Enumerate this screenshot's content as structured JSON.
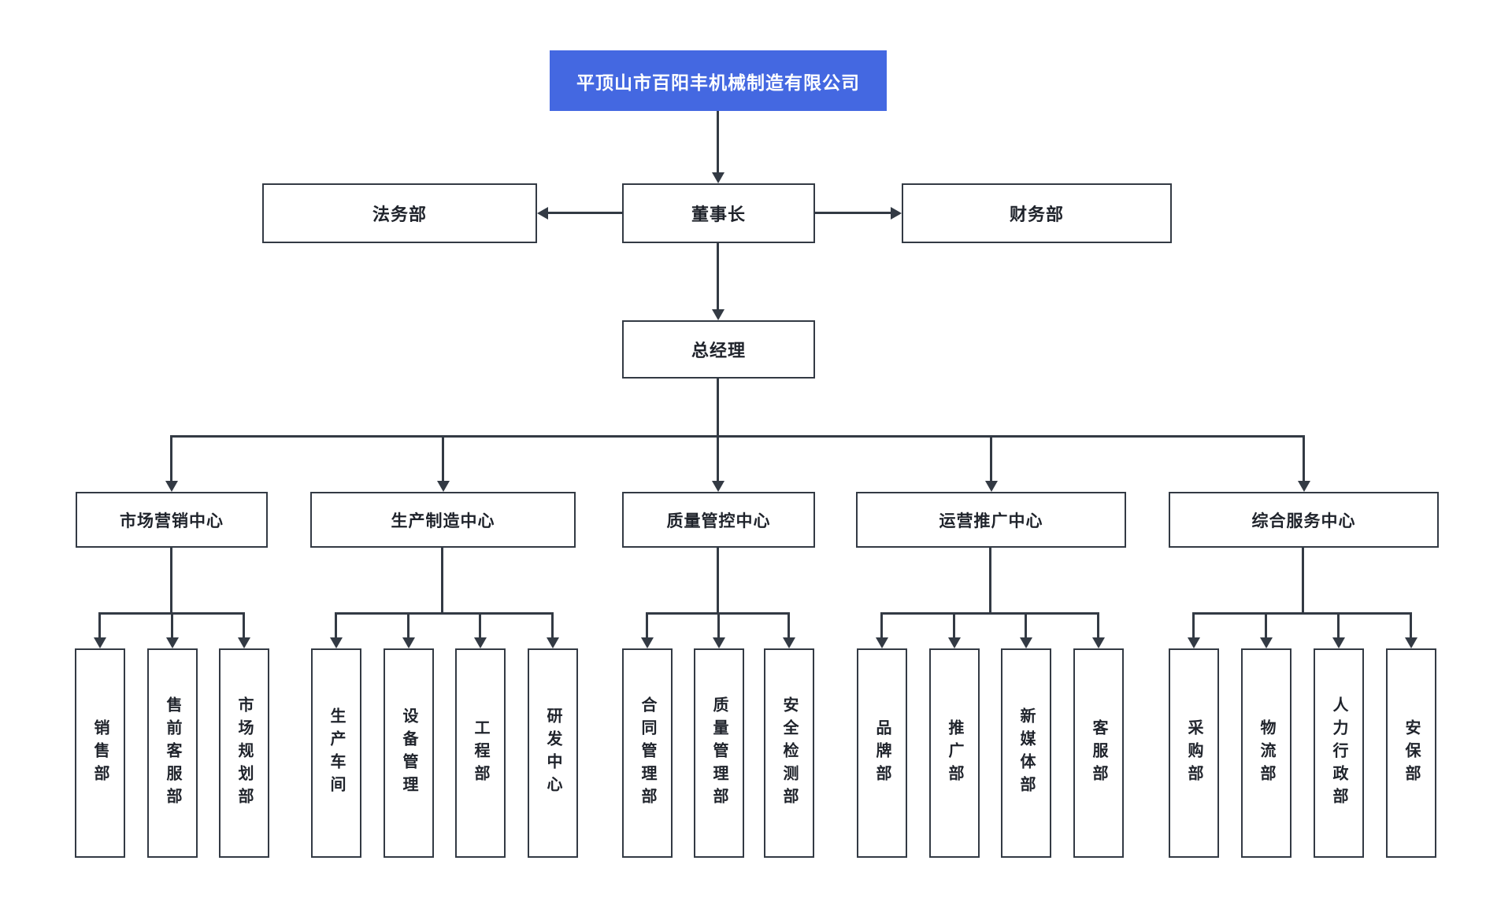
{
  "org_chart": {
    "root": {
      "label": "平顶山市百阳丰机械制造有限公司"
    },
    "executives": {
      "legal_dept": "法务部",
      "chairman": "董事长",
      "finance_dept": "财务部",
      "general_manager": "总经理"
    },
    "centers": [
      {
        "label": "市场营销中心",
        "departments": [
          "销售部",
          "售前客服部",
          "市场规划部"
        ]
      },
      {
        "label": "生产制造中心",
        "departments": [
          "生产车间",
          "设备管理",
          "工程部",
          "研发中心"
        ]
      },
      {
        "label": "质量管控中心",
        "departments": [
          "合同管理部",
          "质量管理部",
          "安全检测部"
        ]
      },
      {
        "label": "运营推广中心",
        "departments": [
          "品牌部",
          "推广部",
          "新媒体部",
          "客服部"
        ]
      },
      {
        "label": "综合服务中心",
        "departments": [
          "采购部",
          "物流部",
          "人力行政部",
          "安保部"
        ]
      }
    ],
    "colors": {
      "root_fill": "#4468E1",
      "root_text": "#FFFFFF",
      "line": "#333A44",
      "box_border": "#333A44",
      "box_fill": "#FFFFFF",
      "text": "#1F232B",
      "background": "#FFFFFF"
    }
  }
}
